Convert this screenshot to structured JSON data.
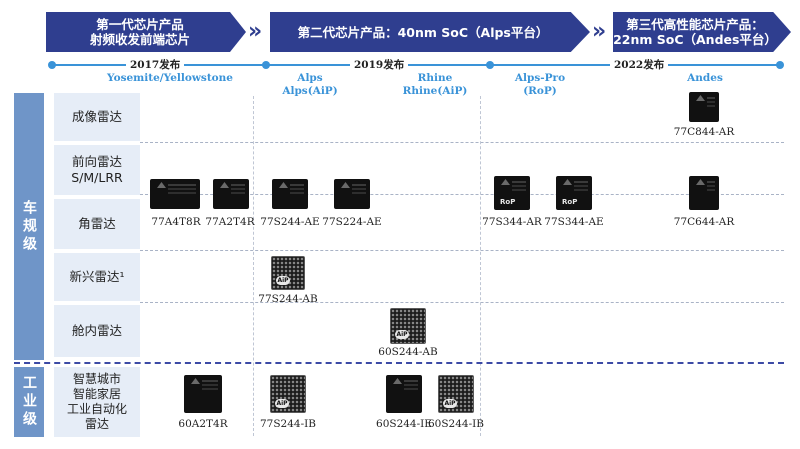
{
  "generations": [
    {
      "line1": "第一代芯片产品",
      "line2": "射频收发前端芯片"
    },
    {
      "line1": "第二代芯片产品：40nm SoC（Alps平台）",
      "line2": ""
    },
    {
      "line1": "第三代高性能芯片产品：",
      "line2": "22nm SoC（Andes平台）"
    }
  ],
  "arrows": "»",
  "timeline": {
    "years": [
      "2017发布",
      "2019发布",
      "2022发布"
    ],
    "accent_color": "#3a93d8"
  },
  "column_headers": [
    {
      "line1": "Yosemite/Yellowstone",
      "line2": ""
    },
    {
      "line1": "Alps",
      "line2": "Alps(AiP)"
    },
    {
      "line1": "Rhine",
      "line2": "Rhine(AiP)"
    },
    {
      "line1": "Alps-Pro",
      "line2": "(RoP)"
    },
    {
      "line1": "Andes",
      "line2": ""
    }
  ],
  "grades": [
    "车规级",
    "工业级"
  ],
  "rows": [
    {
      "label": "成像雷达"
    },
    {
      "label": "前向雷达\nS/M/LRR"
    },
    {
      "label": "角雷达"
    },
    {
      "label": "新兴雷达¹"
    },
    {
      "label": "舱内雷达"
    },
    {
      "label": "智慧城市\n智能家居\n工业自动化\n雷达"
    }
  ],
  "chips": [
    {
      "name": "77C844-AR"
    },
    {
      "name": "77A4T8R"
    },
    {
      "name": "77A2T4R"
    },
    {
      "name": "77S244-AE"
    },
    {
      "name": "77S224-AE"
    },
    {
      "name": "77S344-AR"
    },
    {
      "name": "77S344-AE"
    },
    {
      "name": "77C644-AR"
    },
    {
      "name": "77S244-AB"
    },
    {
      "name": "60S244-AB"
    },
    {
      "name": "60A2T4R"
    },
    {
      "name": "77S244-IB"
    },
    {
      "name": "60S244-IE"
    },
    {
      "name": "60S244-IB"
    }
  ],
  "chip_badges": {
    "aip": "AiP",
    "rop": "RoP"
  },
  "colors": {
    "banner": "#2f3e8f",
    "side_label": "#6f95c8",
    "row_bg": "#e6edf7",
    "separator": "#3c4aa5"
  }
}
